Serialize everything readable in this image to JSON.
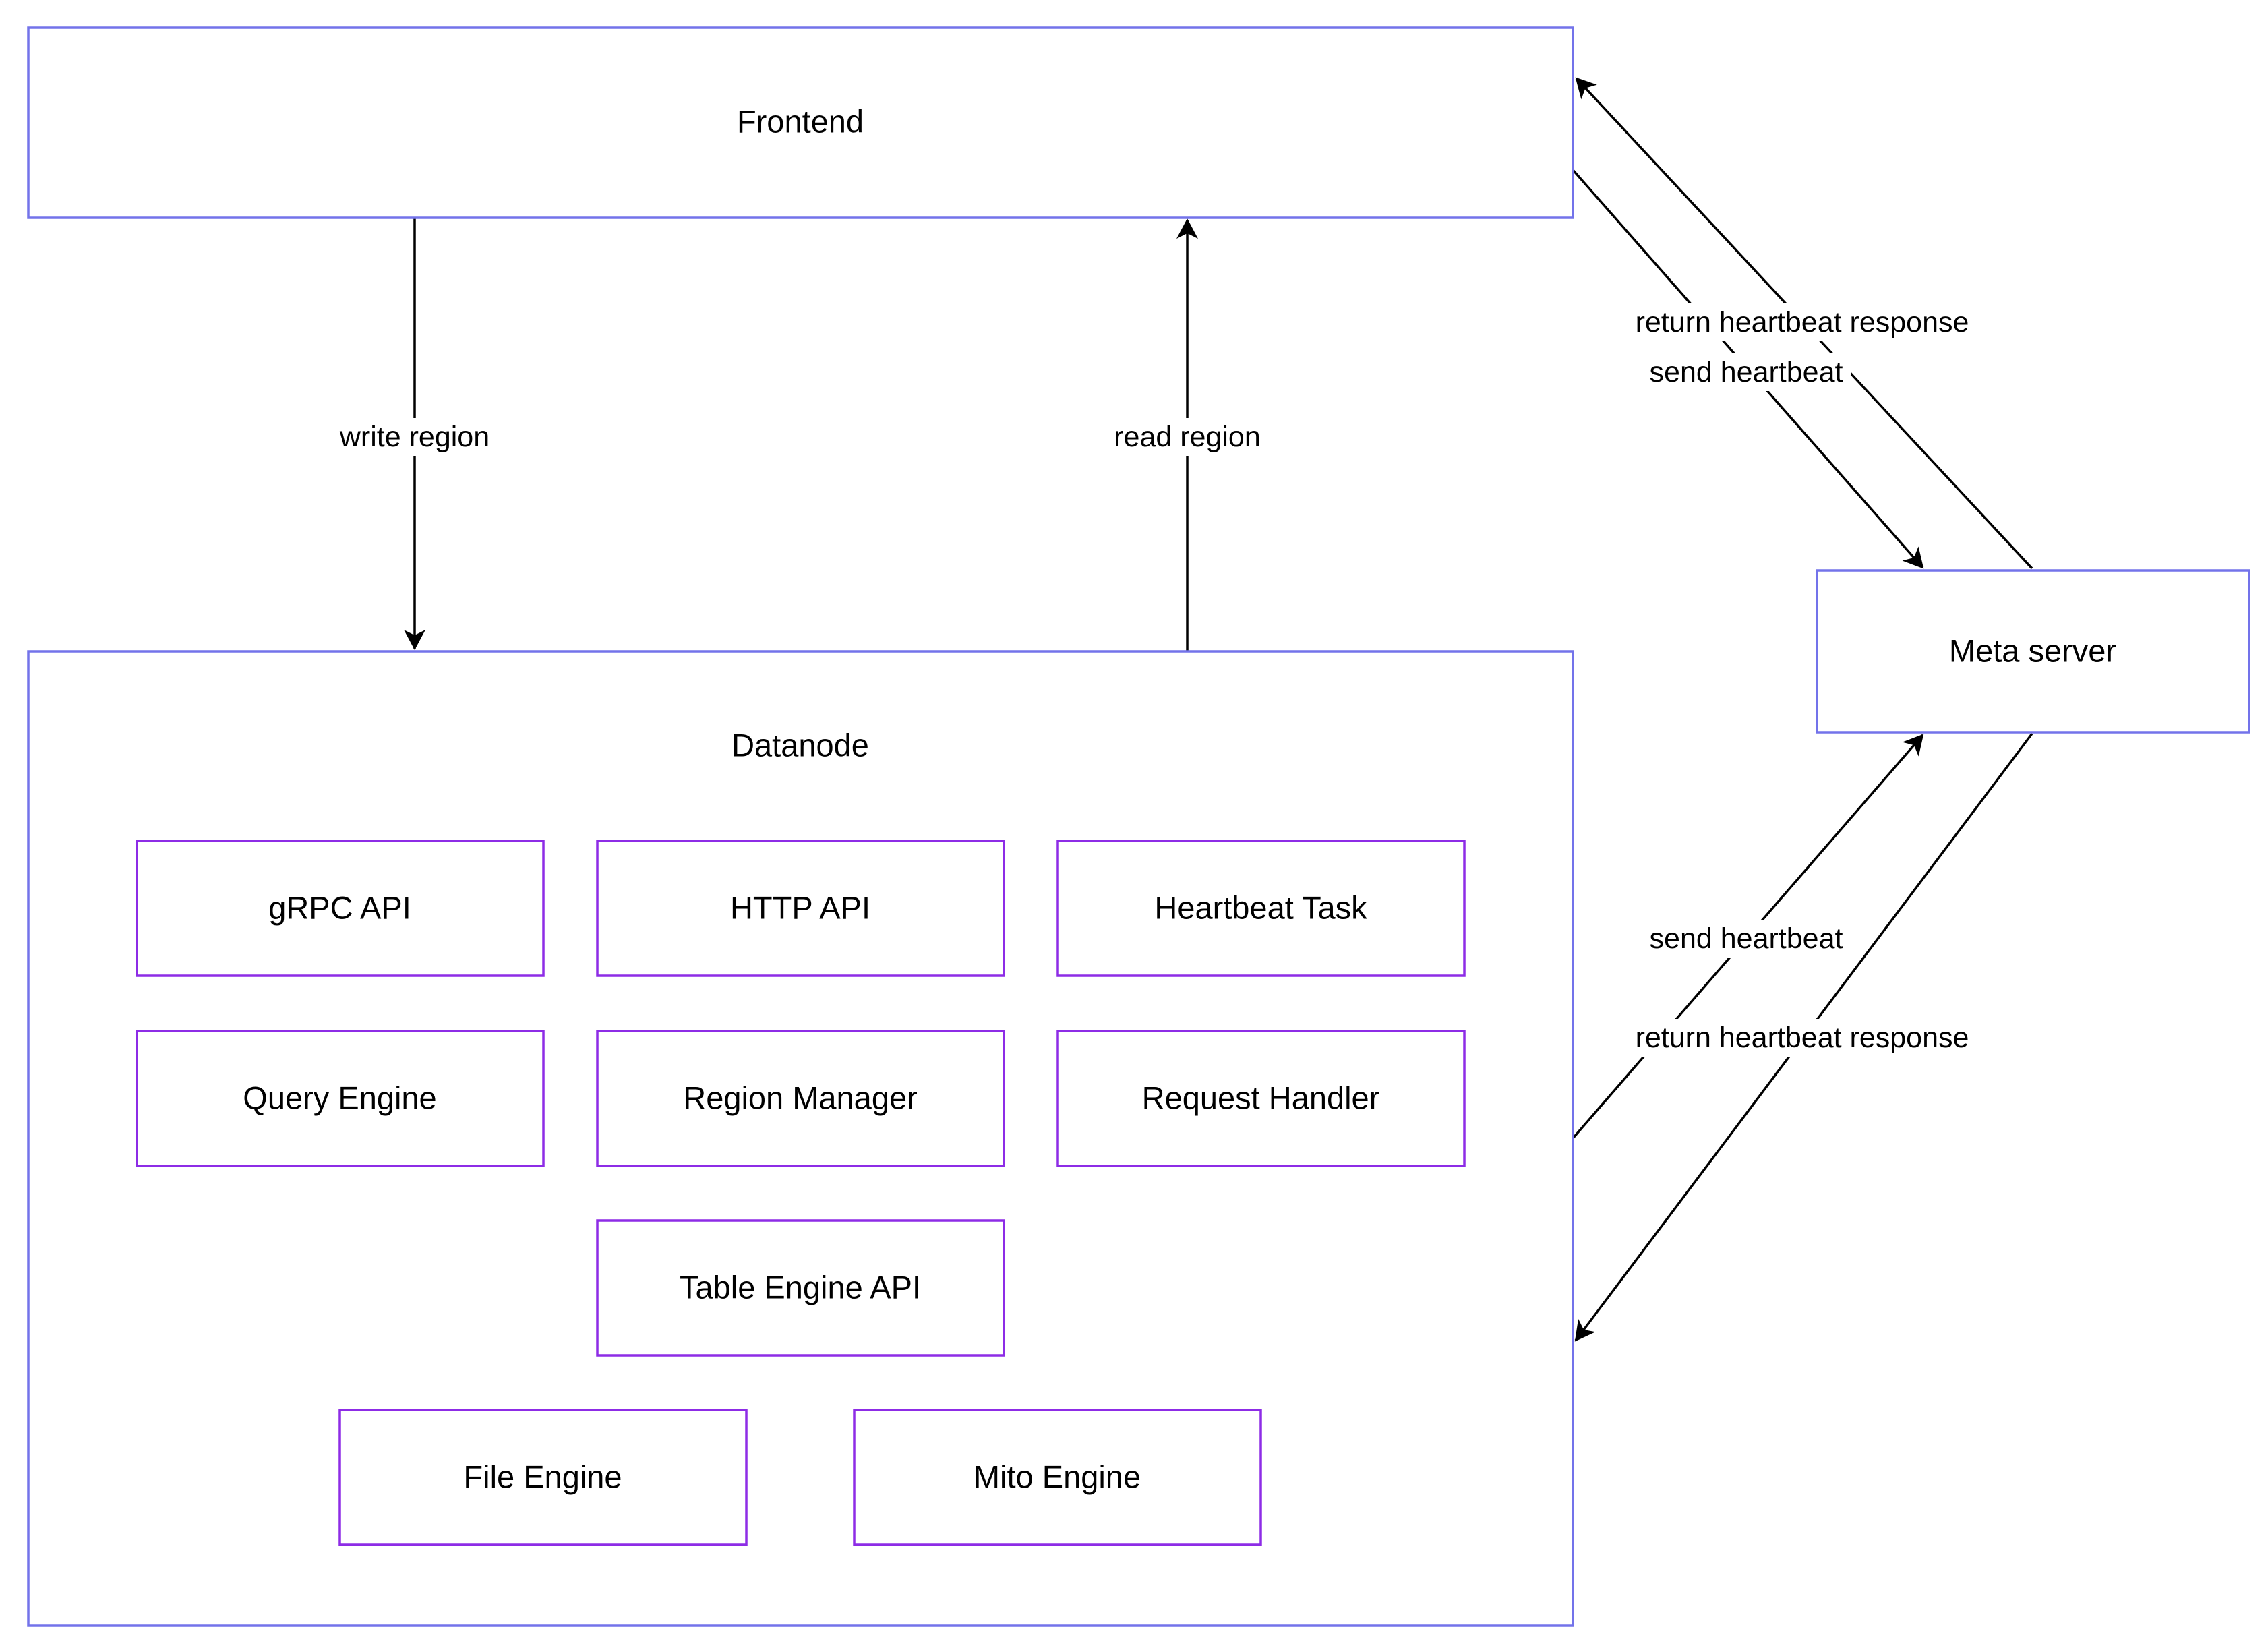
{
  "nodes": {
    "frontend": {
      "label": "Frontend"
    },
    "datanode": {
      "label": "Datanode"
    },
    "meta_server": {
      "label": "Meta server"
    },
    "grpc_api": {
      "label": "gRPC API"
    },
    "http_api": {
      "label": "HTTP API"
    },
    "heartbeat_task": {
      "label": "Heartbeat Task"
    },
    "query_engine": {
      "label": "Query Engine"
    },
    "region_manager": {
      "label": "Region Manager"
    },
    "request_handler": {
      "label": "Request Handler"
    },
    "table_engine_api": {
      "label": "Table Engine API"
    },
    "file_engine": {
      "label": "File Engine"
    },
    "mito_engine": {
      "label": "Mito Engine"
    }
  },
  "edges": {
    "write_region": {
      "label": "write region",
      "from": "frontend",
      "to": "datanode"
    },
    "read_region": {
      "label": "read region",
      "from": "datanode",
      "to": "frontend"
    },
    "frontend_send_heartbeat": {
      "label": "send heartbeat",
      "from": "frontend",
      "to": "meta_server"
    },
    "frontend_return_heartbeat": {
      "label": "return heartbeat response",
      "from": "meta_server",
      "to": "frontend"
    },
    "datanode_send_heartbeat": {
      "label": "send heartbeat",
      "from": "datanode",
      "to": "meta_server"
    },
    "datanode_return_heartbeat": {
      "label": "return heartbeat response",
      "from": "meta_server",
      "to": "datanode"
    }
  },
  "colors": {
    "outer_box_border": "#7373ea",
    "inner_box_border": "#8d2ce6",
    "edge": "#000000",
    "text": "#000000",
    "background": "#ffffff"
  }
}
